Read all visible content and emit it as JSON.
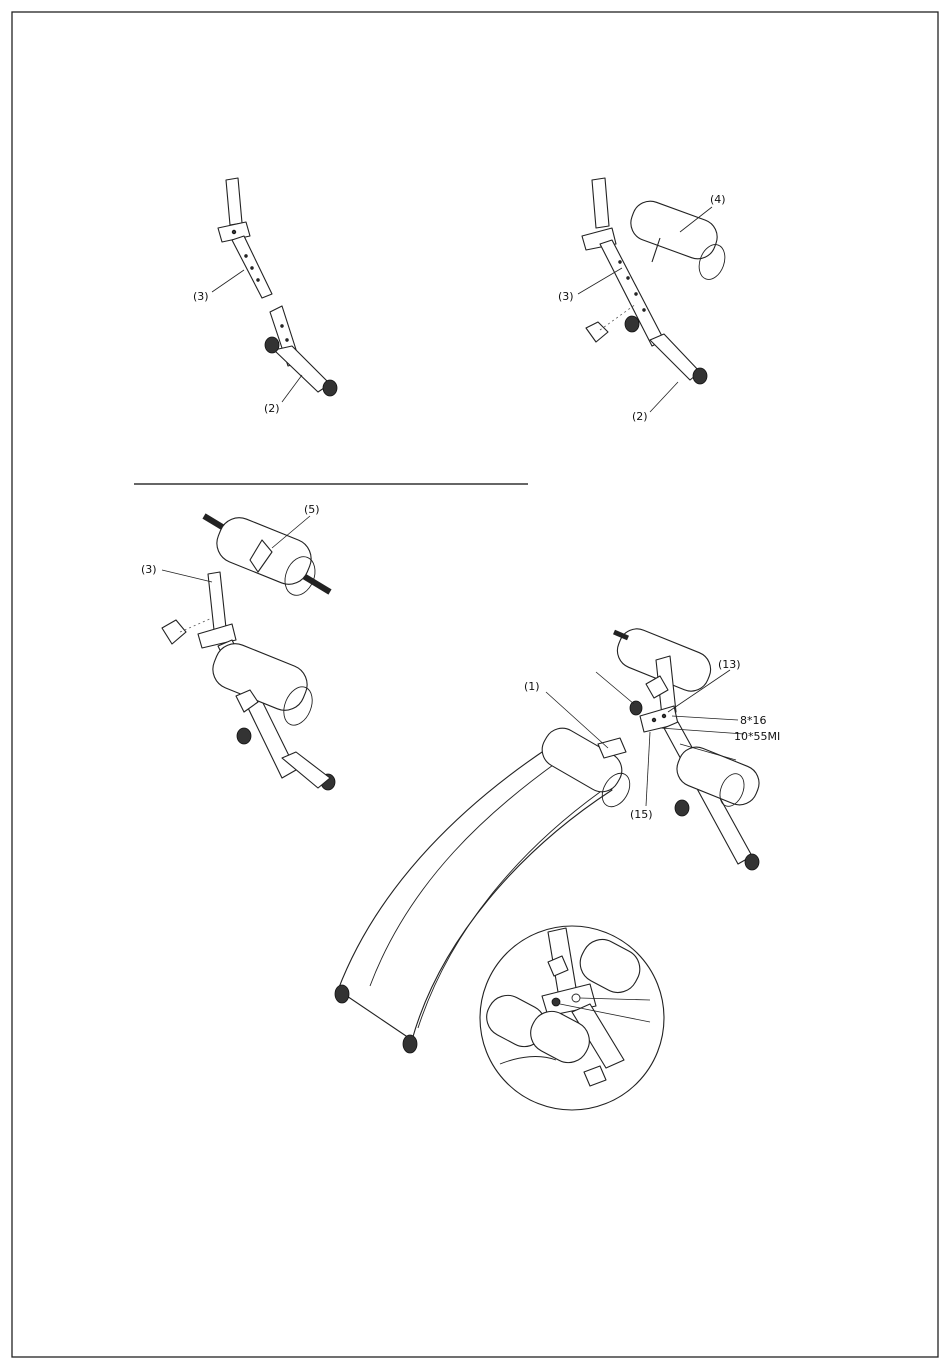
{
  "callouts": {
    "step1_part3": "(3)",
    "step1_part2": "(2)",
    "step2_part4": "(4)",
    "step2_part3": "(3)",
    "step2_part2": "(2)",
    "step3_part5": "(5)",
    "step3_part3": "(3)",
    "step4_part1": "(1)",
    "step4_part13": "(13)",
    "step4_bolt_a": "8*16",
    "step4_bolt_b": "10*55MI",
    "step4_part15": "(15)"
  }
}
